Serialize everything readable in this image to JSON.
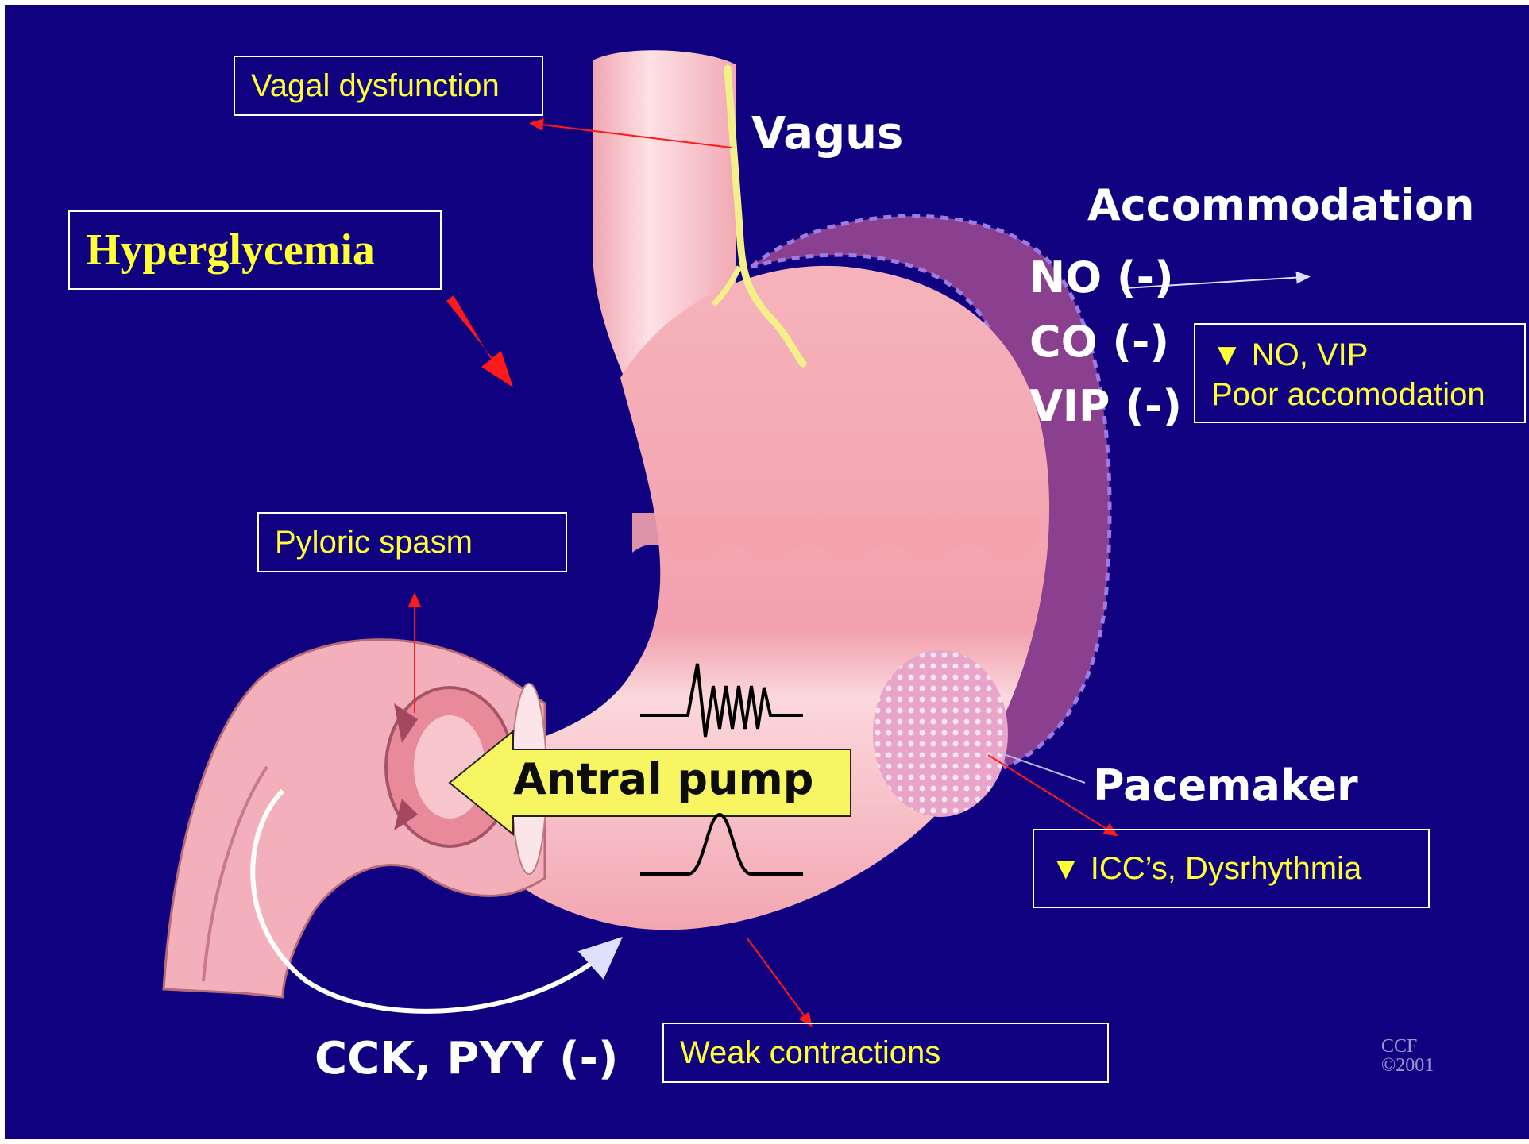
{
  "boxes": {
    "vagal_dysfunction": "Vagal dysfunction",
    "hyperglycemia": "Hyperglycemia",
    "no_vip_line1": "▼ NO, VIP",
    "no_vip_line2": "Poor accomodation",
    "pyloric_spasm": "Pyloric spasm",
    "icc_dysrhythmia": "▼ ICC’s,  Dysrhythmia",
    "weak_contractions": "Weak contractions"
  },
  "labels": {
    "vagus": "Vagus",
    "accommodation": "Accommodation",
    "no": "NO (-)",
    "co": "CO (-)",
    "vip": "VIP (-)",
    "antral_pump": "Antral pump",
    "pacemaker": "Pacemaker",
    "cck_pyy": "CCK, PYY (-)"
  },
  "credit": {
    "line1": "CCF",
    "line2": "©2001"
  },
  "colors": {
    "background": "#0f0180",
    "box_text": "#ffff33",
    "box_border": "#ffffff",
    "arrow_red": "#ff1a1a",
    "stomach_pink": "#f2a4ae",
    "fundus_purple": "#8a3f8f",
    "nerve_yellow": "#f3f08a"
  }
}
